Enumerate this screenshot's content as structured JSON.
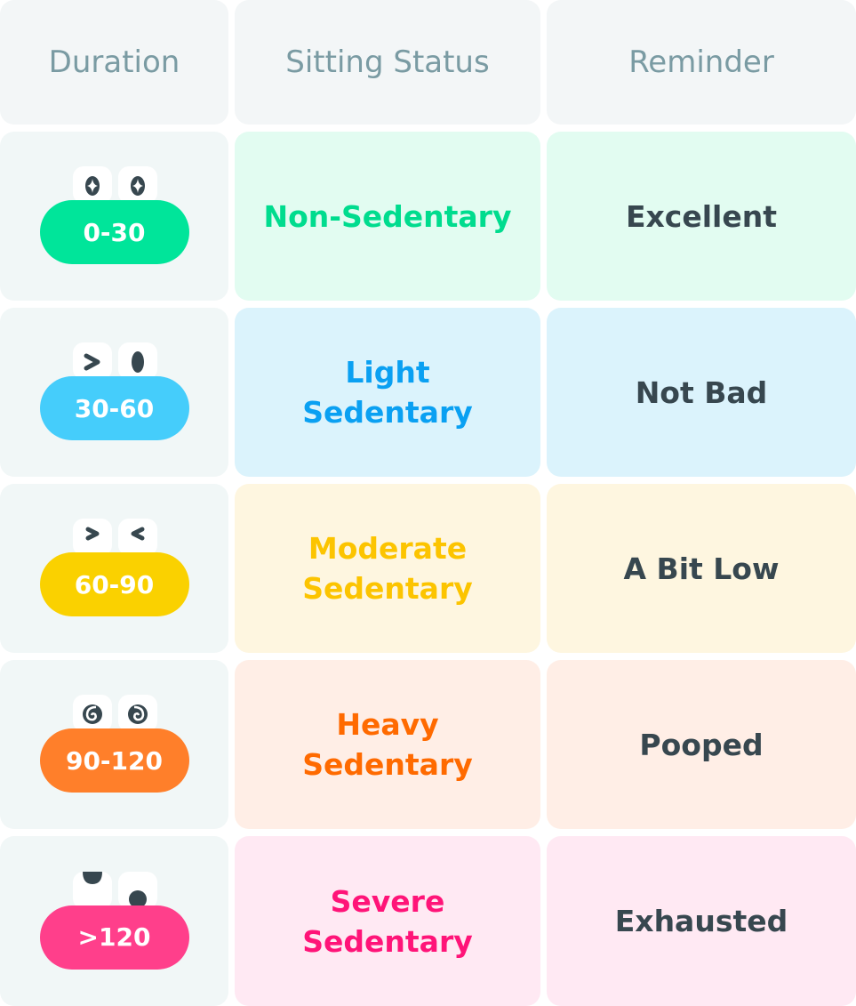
{
  "headers": {
    "duration": "Duration",
    "status": "Sitting Status",
    "reminder": "Reminder"
  },
  "rows": [
    {
      "duration": "0-30",
      "status": "Non-Sedentary",
      "reminder": "Excellent",
      "eyes": "sparkle-eyes",
      "pill_color": "#00E59A",
      "text_color": "#00DC8E",
      "bg": "#E2FCF1"
    },
    {
      "duration": "30-60",
      "status": "Light Sedentary",
      "reminder": "Not Bad",
      "eyes": "wink-eyes",
      "pill_color": "#45CDFB",
      "text_color": "#0AA0F2",
      "bg": "#DBF3FC"
    },
    {
      "duration": "60-90",
      "status": "Moderate Sedentary",
      "reminder": "A Bit Low",
      "eyes": "squint-eyes",
      "pill_color": "#FAD100",
      "text_color": "#FCC400",
      "bg": "#FEF6E0"
    },
    {
      "duration": "90-120",
      "status": "Heavy Sedentary",
      "reminder": "Pooped",
      "eyes": "spiral-eyes",
      "pill_color": "#FF7F2A",
      "text_color": "#FF6A00",
      "bg": "#FFEEE6"
    },
    {
      "duration": ">120",
      "status": "Severe Sedentary",
      "reminder": "Exhausted",
      "eyes": "droopy-eyes",
      "pill_color": "#FF3F8B",
      "text_color": "#FF1478",
      "bg": "#FFE9F3"
    }
  ]
}
